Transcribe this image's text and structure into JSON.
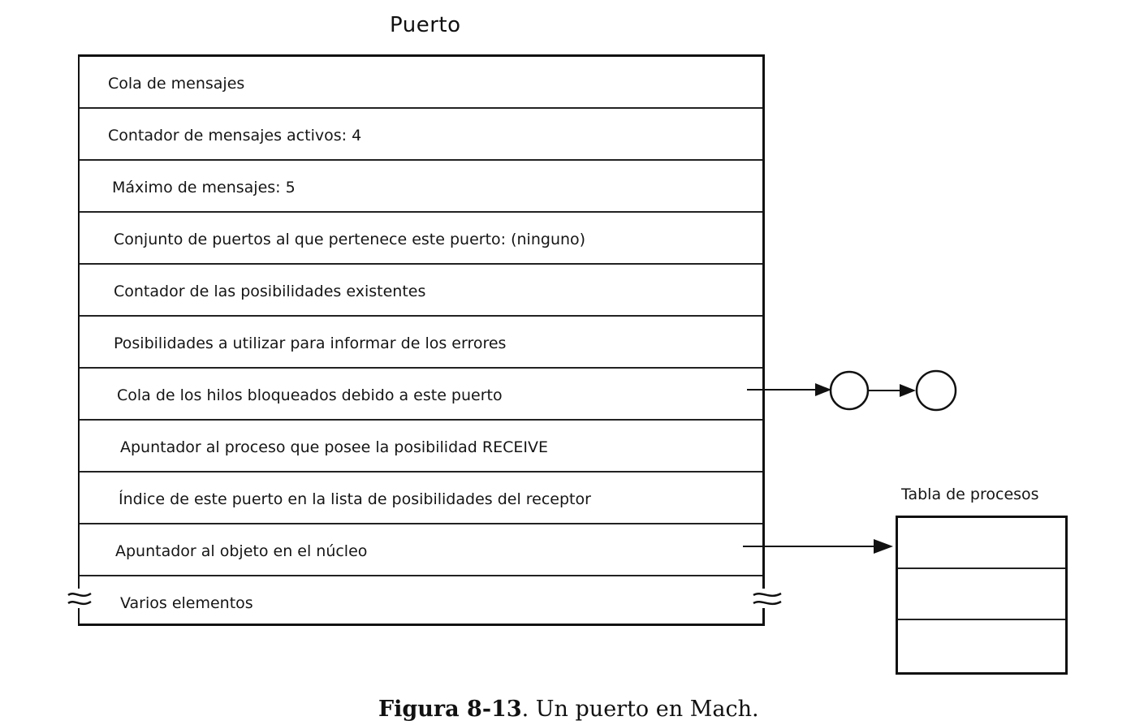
{
  "port": {
    "title": "Puerto",
    "fields": [
      "Cola de mensajes",
      "Contador de mensajes activos: 4",
      "Máximo de mensajes: 5",
      "Conjunto de puertos al que pertenece este puerto: (ninguno)",
      "Contador de las posibilidades existentes",
      "Posibilidades a utilizar para informar de los errores",
      "Cola de los hilos bloqueados debido a este puerto",
      "Apuntador al proceso que posee la posibilidad RECEIVE",
      "Índice de este puerto en la lista de posibilidades del receptor",
      "Apuntador al objeto en el núcleo",
      "Varios elementos"
    ]
  },
  "process_table": {
    "label": "Tabla de procesos",
    "row_count": 3
  },
  "caption": {
    "figure": "Figura 8-13",
    "text": ". Un puerto en Mach."
  }
}
